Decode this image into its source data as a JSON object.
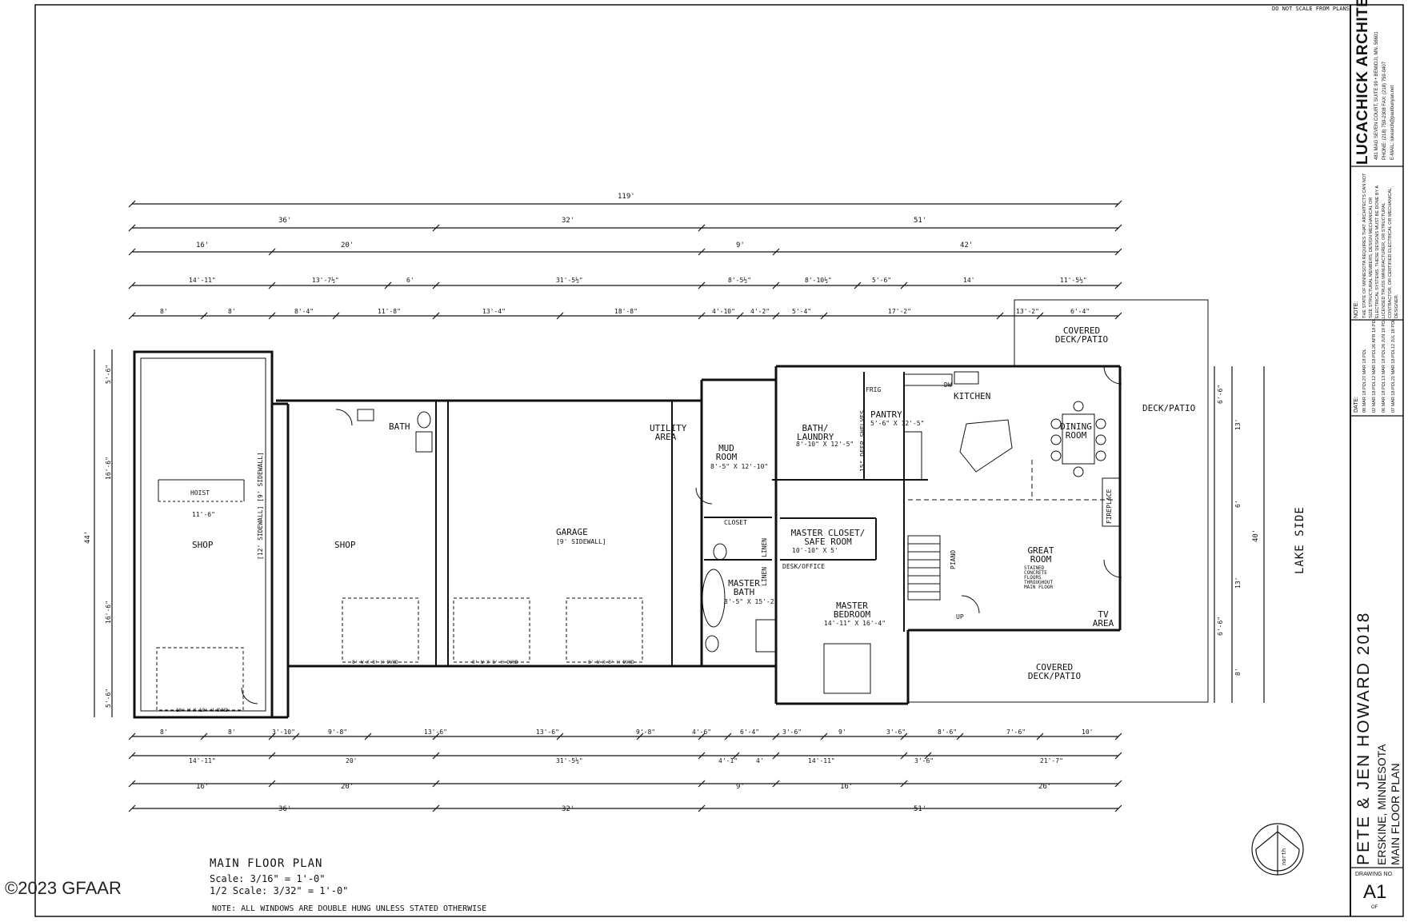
{
  "header": {
    "do_not_scale": "DO NOT SCALE FROM PLANS"
  },
  "watermark": "©2023 GFAAR",
  "title_block": {
    "firm_name": "LUCACHICK ARCHITECTURE, INC.",
    "firm_address": "481 MAG SEVEN COURT, SUITE 99 • BEMIDJI, MN. 56601",
    "firm_phone": "PHONE: (218) 759-2308   FAX: (218) 759-0407",
    "firm_email": "E-MAIL: lukearch@paulbunyan.net",
    "note_label": "NOTE:",
    "note_text": "THE STATE OF MINNESOTA REQUIRES THAT: ARCHITECTS CAN NOT SIZE STRUCTURAL MEMBERS, DESIGN MECHANICAL OR ELECTRICAL SYSTEMS. THESE DESIGNS MUST BE DONE BY A LICENSED TRUSS MANUFACTURER, OR STRUCTURAL CONTRACTOR, OR CERTIFIED ELECTRICAL OR MECHANICAL DESIGNER.",
    "date_label": "DATE:",
    "dates": [
      "08 MAR 18 PDL",
      "27 MAR 18 PDL",
      "02 MAR 18 PDL",
      "12 MAR 18 PDL",
      "26 APR 18 PDL",
      "06 MAR 18 PDL",
      "13 MAR 18 PDL",
      "26 JUN 18 PDL",
      "07 MAR 18 PDL",
      "21 MAR 18 PDL",
      "12 JUL 18 PDL"
    ],
    "project_title": "PETE & JEN HOWARD 2018",
    "project_location": "ERSKINE, MINNESOTA",
    "sheet_name": "MAIN FLOOR PLAN",
    "drawing_no_label": "DRAWING NO.",
    "drawing_no": "A1",
    "of_label": "OF"
  },
  "north_label": "north",
  "legend": {
    "title": "MAIN FLOOR PLAN",
    "scale1": "Scale: 3/16\" = 1'-0\"",
    "scale2": "1/2 Scale: 3/32\" = 1'-0\"",
    "note": "NOTE: ALL WINDOWS ARE DOUBLE HUNG UNLESS STATED OTHERWISE"
  },
  "lake_side": "LAKE SIDE",
  "rooms": {
    "shop_left": "SHOP",
    "hoist": "HOIST",
    "hoist_dim": "11'-6\"",
    "sidewall_note": "[12' SIDEWALL] [9' SIDEWALL]",
    "shop_right": "SHOP",
    "bath": "BATH",
    "garage": "GARAGE",
    "garage_sub": "[9' SIDEWALL]",
    "utility": "UTILITY AREA",
    "mud_room": "MUD ROOM",
    "mud_room_dim": "8'-5\" X 12'-10\"",
    "closet": "CLOSET",
    "linen1": "LINEN",
    "linen2": "LINEN",
    "master_bath": "MASTER BATH",
    "master_bath_dim": "8'-5\" X 15'-2\"",
    "bath_laundry": "BATH/ LAUNDRY",
    "bath_laundry_dim": "8'-10\" X 12'-5\"",
    "pantry": "PANTRY",
    "pantry_dim": "5'-6\" X 12'-5\"",
    "deep_shelves": "15\" DEEP SHELVES",
    "master_closet": "MASTER CLOSET/ SAFE ROOM",
    "master_closet_dim": "10'-10\" X 5'",
    "desk_office": "DESK/OFFICE",
    "master_bedroom": "MASTER BEDROOM",
    "master_bedroom_dim": "14'-11\" X 16'-4\"",
    "kitchen": "KITCHEN",
    "dining": "DINING ROOM",
    "great_room": "GREAT ROOM",
    "great_room_note": "STAINED CONCRETE FLOORS THROUGHOUT MAIN FLOOR",
    "fireplace": "FIREPLACE",
    "tv_area": "TV AREA",
    "covered_deck_top": "COVERED DECK/PATIO",
    "deck_patio": "DECK/PATIO",
    "covered_deck_bottom": "COVERED DECK/PATIO",
    "up": "UP",
    "piano": "PIANO",
    "dw": "DW",
    "frig": "FRIG"
  },
  "dims_top": {
    "overall": "119'",
    "row2": [
      "36'",
      "32'",
      "51'"
    ],
    "row3": [
      "16'",
      "20'",
      "9'",
      "42'"
    ],
    "row4": [
      "14'-11\"",
      "13'-7½\"",
      "6'",
      "31'-5½\"",
      "8'-5½\"",
      "8'-10½\"",
      "5'-6\"",
      "14'",
      "11'-5½\""
    ],
    "row5": [
      "8'",
      "8'",
      "8'-4\"",
      "11'-8\"",
      "13'-4\"",
      "18'-8\"",
      "4'-10\"",
      "4'-2\"",
      "5'-4\"",
      "17'-2\"",
      "13'-2\"",
      "6'-4\""
    ]
  },
  "dims_bottom": {
    "row1": [
      "8'",
      "8'",
      "3'-10\"",
      "9'-8\"",
      "13'-6\"",
      "13'-6\"",
      "9'-8\"",
      "4'-6\"",
      "6'-4\"",
      "3'-6\"",
      "9'",
      "3'-6\"",
      "8'-6\"",
      "7'-6\"",
      "10'"
    ],
    "row2": [
      "14'-11\"",
      "20'",
      "31'-5½\"",
      "4'-1\"",
      "4'",
      "14'-11\"",
      "3'-6\"",
      "21'-7\""
    ],
    "row3": [
      "16'",
      "20'",
      "9'",
      "16'",
      "26'"
    ],
    "row4": [
      "36'",
      "32'",
      "51'"
    ]
  },
  "dims_left": {
    "overall": "44'",
    "parts": [
      "5'-6\"",
      "16'-6\"",
      "16'-6\"",
      "5'-6\""
    ]
  },
  "dims_right": {
    "overall": "40'",
    "parts": [
      "6'-6\"",
      "13'",
      "6'",
      "13'",
      "6'-6\"",
      "8'"
    ]
  },
  "door_labels": {
    "ovhd_left": "10' W X 10' H OVHD",
    "ovhd_1": "8' W X 8' H OVHD",
    "ovhd_2": "8' W X 8' H OVHD",
    "ovhd_3": "8' W X 8' H OVHD"
  }
}
